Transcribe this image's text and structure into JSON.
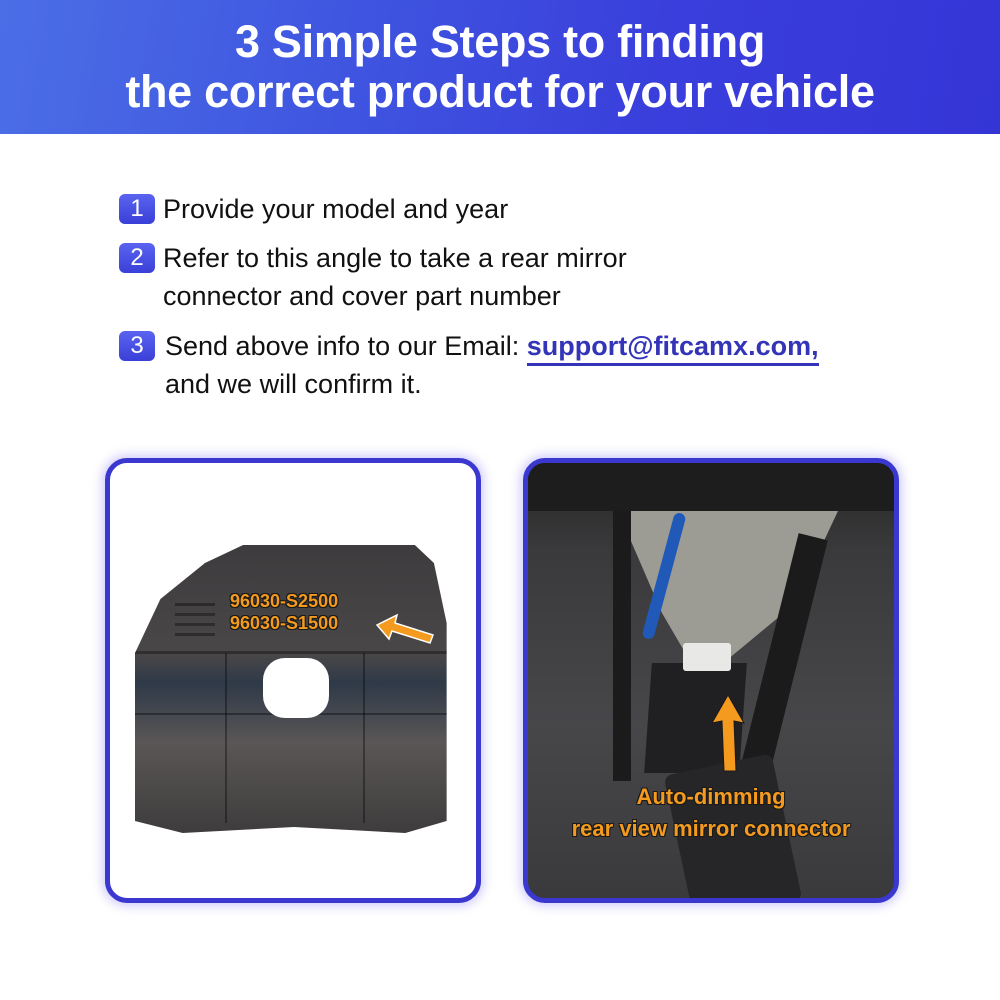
{
  "header": {
    "title_line1": "3 Simple Steps to finding",
    "title_line2": "the correct product for your vehicle",
    "background_color": "#3a3fdc"
  },
  "steps": [
    {
      "number": "1",
      "text": "Provide your model and year"
    },
    {
      "number": "2",
      "text_line1": "Refer to this angle to take a rear mirror",
      "text_line2": "connector and cover part number"
    },
    {
      "number": "3",
      "text_prefix": "Send above info to our Email: ",
      "email": "support@fitcamx.com,",
      "text_line2": "and we will confirm it."
    }
  ],
  "panels": {
    "left": {
      "image": "mirror-cover-photo",
      "part_numbers": [
        "96030-S2500",
        "96030-S1500"
      ],
      "annotation_icon": "arrow-left-icon"
    },
    "right": {
      "image": "mirror-connector-photo",
      "label_line1": "Auto-dimming",
      "label_line2": "rear view mirror connector",
      "annotation_icon": "arrow-up-icon"
    }
  },
  "colors": {
    "accent": "#3b38d0",
    "email": "#3434b8",
    "annotation": "#f39a1f"
  }
}
